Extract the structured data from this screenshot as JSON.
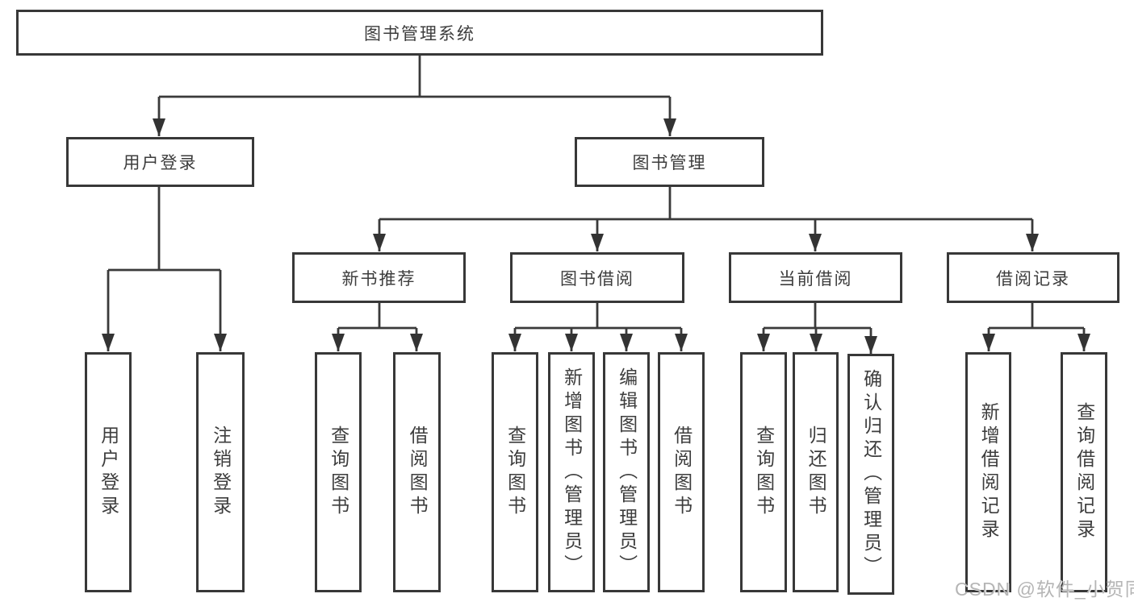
{
  "tree": {
    "label": "图书管理系统",
    "children": [
      {
        "label": "用户登录",
        "children": [
          {
            "label": "用户登录"
          },
          {
            "label": "注销登录"
          }
        ]
      },
      {
        "label": "图书管理",
        "children": [
          {
            "label": "新书推荐",
            "children": [
              {
                "label": "查询图书"
              },
              {
                "label": "借阅图书"
              }
            ]
          },
          {
            "label": "图书借阅",
            "children": [
              {
                "label": "查询图书"
              },
              {
                "label": "新增图书（管理员）"
              },
              {
                "label": "编辑图书（管理员）"
              },
              {
                "label": "借阅图书"
              }
            ]
          },
          {
            "label": "当前借阅",
            "children": [
              {
                "label": "查询图书"
              },
              {
                "label": "归还图书"
              },
              {
                "label": "确认归还（管理员）"
              }
            ]
          },
          {
            "label": "借阅记录",
            "children": [
              {
                "label": "新增借阅记录"
              },
              {
                "label": "查询借阅记录"
              }
            ]
          }
        ]
      }
    ]
  },
  "watermark": {
    "text": "CSDN @软件_小贺同学"
  },
  "colors": {
    "line": "#3a3a3a",
    "box_border": "#383838",
    "text": "#3d3d3d",
    "watermark": "#b5b5b5",
    "background": "#ffffff"
  }
}
